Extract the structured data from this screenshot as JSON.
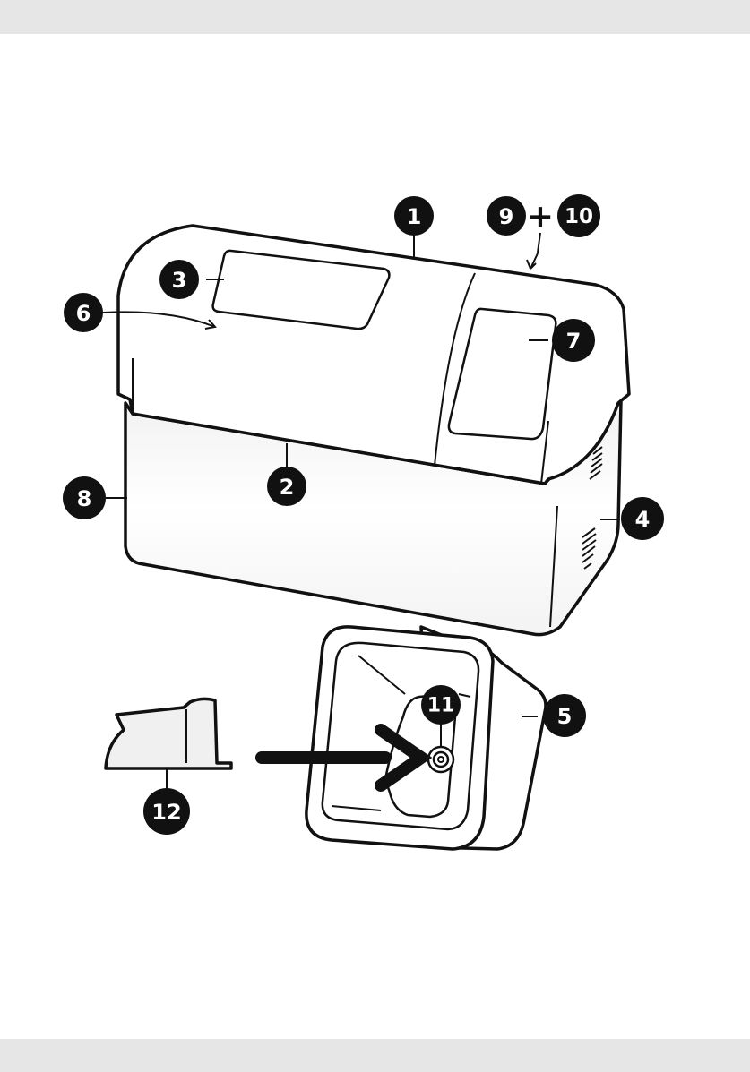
{
  "colors": {
    "ink": "#111111",
    "band": "#e6e6e6",
    "fill": "#ffffff"
  },
  "callouts": {
    "c1": "1",
    "c2": "2",
    "c3": "3",
    "c4": "4",
    "c5": "5",
    "c6": "6",
    "c7": "7",
    "c8": "8",
    "c9": "9",
    "plus": "+",
    "c10": "10",
    "c11": "11",
    "c12": "12"
  }
}
